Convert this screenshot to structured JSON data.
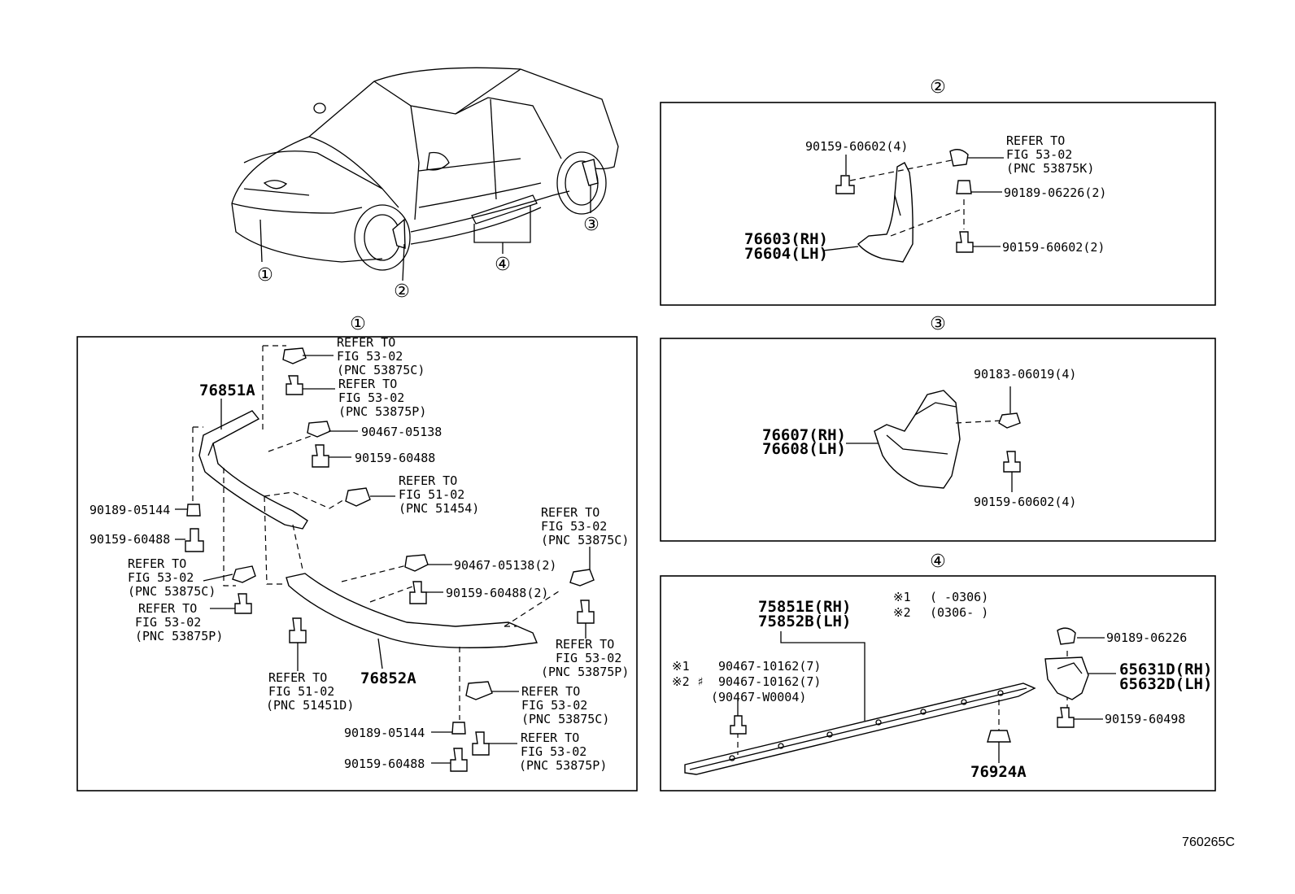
{
  "figure_id": "760265C",
  "overview": {
    "callouts": [
      "①",
      "②",
      "③",
      "④"
    ]
  },
  "section1": {
    "title": "①",
    "parts": {
      "upper_spoiler": "76851A",
      "lower_spoiler": "76852A",
      "clip_05138_a": "90467-05138",
      "bolt_60488_a": "90159-60488",
      "nut_05144_l": "90189-05144",
      "bolt_60488_l": "90159-60488",
      "clip_05138_b": "90467-05138(2)",
      "bolt_60488_b": "90159-60488(2)",
      "nut_05144_b": "90189-05144",
      "bolt_60488_c": "90159-60488"
    },
    "refs": {
      "r1": [
        "REFER TO",
        "FIG 53-02",
        "(PNC 53875C)"
      ],
      "r2": [
        "REFER TO",
        "FIG 53-02",
        "(PNC 53875P)"
      ],
      "r3": [
        "REFER TO",
        "FIG 51-02",
        "(PNC 51454)"
      ],
      "r4": [
        "REFER TO",
        "FIG 53-02",
        "(PNC 53875C)"
      ],
      "r5": [
        "REFER TO",
        "FIG 53-02",
        "(PNC 53875P)"
      ],
      "r6": [
        "REFER TO",
        "FIG 53-02",
        "(PNC 53875C)"
      ],
      "r7": [
        "REFER TO",
        "FIG 53-02",
        "(PNC 53875P)"
      ],
      "r8": [
        "REFER TO",
        "FIG 51-02",
        "(PNC 51451D)"
      ],
      "r9": [
        "REFER TO",
        "FIG 53-02",
        "(PNC 53875C)"
      ],
      "r10": [
        "REFER TO",
        "FIG 53-02",
        "(PNC 53875P)"
      ]
    }
  },
  "section2": {
    "title": "②",
    "parts": {
      "bolt_top": "90159-60602(4)",
      "nut": "90189-06226(2)",
      "bolt_bottom": "90159-60602(2)",
      "flap_rh": "76603(RH)",
      "flap_lh": "76604(LH)"
    },
    "ref": [
      "REFER TO",
      "FIG 53-02",
      "(PNC 53875K)"
    ]
  },
  "section3": {
    "title": "③",
    "parts": {
      "clip": "90183-06019(4)",
      "bolt": "90159-60602(4)",
      "flap_rh": "76607(RH)",
      "flap_lh": "76608(LH)"
    }
  },
  "section4": {
    "title": "④",
    "notes": {
      "n1_mark": "※1",
      "n1_text": "(      -0306)",
      "n2_mark": "※2",
      "n2_text": "(0306-      )"
    },
    "parts": {
      "molding_rh": "75851E(RH)",
      "molding_lh": "75852B(LH)",
      "clip_m1_mark": "※1",
      "clip_m1": "90467-10162(7)",
      "clip_m2_mark": "※2 ♯",
      "clip_m2": "90467-10162(7)",
      "clip_alt": "(90467-W0004)",
      "nut": "90189-06226",
      "guard_rh": "65631D(RH)",
      "guard_lh": "65632D(LH)",
      "bolt": "90159-60498",
      "grommet": "76924A"
    }
  }
}
